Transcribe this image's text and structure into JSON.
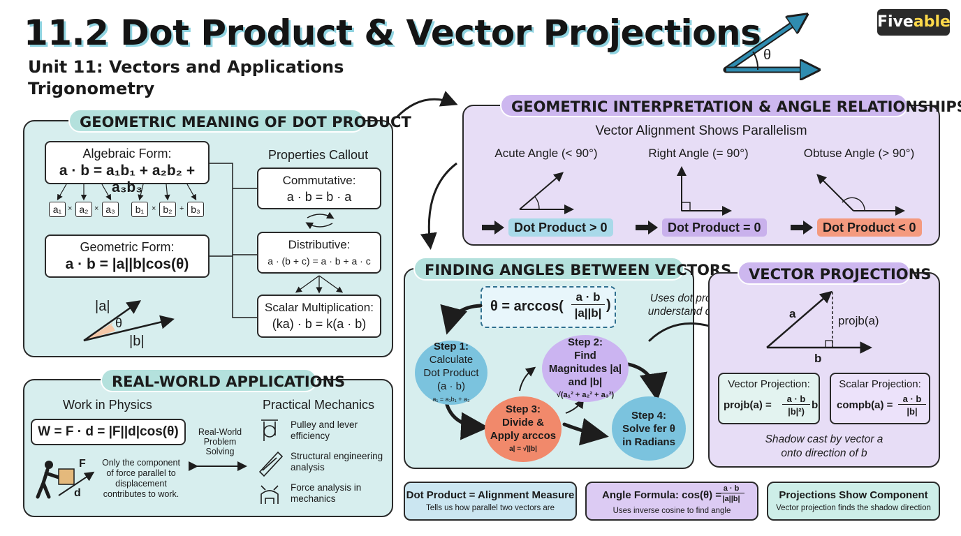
{
  "header": {
    "title": "11.2 Dot Product & Vector Projections",
    "unit": "Unit 11: Vectors and Applications",
    "course": "Trigonometry",
    "logo": {
      "main": "Five",
      "accent": "able"
    },
    "theta": "θ"
  },
  "geometric_meaning": {
    "heading": "GEOMETRIC MEANING OF DOT PRODUCT",
    "algebraic_label": "Algebraic Form:",
    "algebraic_formula": "a · b = a₁b₁ + a₂b₂ + a₃b₃",
    "components": [
      "a₁",
      "a₂",
      "a₃",
      "b₁",
      "b₂",
      "b₃"
    ],
    "component_ops": [
      "×",
      "×",
      "",
      "×",
      "+"
    ],
    "geometric_label": "Geometric Form:",
    "geometric_formula": "a · b = |a||b|cos(θ)",
    "vec_a": "|a|",
    "vec_b": "|b|",
    "theta": "θ",
    "properties_title": "Properties Callout",
    "properties": [
      {
        "name": "Commutative:",
        "formula": "a · b = b · a"
      },
      {
        "name": "Distributive:",
        "formula": "a · (b + c) = a · b + a · c"
      },
      {
        "name": "Scalar Multiplication:",
        "formula": "(ka) · b = k(a · b)"
      }
    ]
  },
  "applications": {
    "heading": "REAL-WORLD APPLICATIONS",
    "work_title": "Work in Physics",
    "work_formula": "W = F · d = |F||d|cos(θ)",
    "link_label": "Real-World Problem Solving",
    "force_label": "F",
    "disp_label": "d",
    "note": "Only the component of force parallel to displacement contributes to work.",
    "mech_title": "Practical Mechanics",
    "mech_items": [
      {
        "icon": "pulley-icon",
        "text": "Pulley and lever efficiency"
      },
      {
        "icon": "truss-icon",
        "text": "Structural engineering analysis"
      },
      {
        "icon": "force-icon",
        "text": "Force analysis in mechanics"
      }
    ]
  },
  "interpretation": {
    "heading": "GEOMETRIC INTERPRETATION & ANGLE RELATIONSHIPS",
    "subheading": "Vector Alignment Shows Parallelism",
    "cases": [
      {
        "label": "Acute Angle (< 90°)",
        "result": "Dot Product > 0",
        "color": "#a9d9e9"
      },
      {
        "label": "Right Angle (= 90°)",
        "result": "Dot Product = 0",
        "color": "#c9b1ec"
      },
      {
        "label": "Obtuse Angle (> 90°)",
        "result": "Dot Product < 0",
        "color": "#f49a7f"
      }
    ]
  },
  "angles": {
    "heading": "FINDING ANGLES BETWEEN VECTORS",
    "formula_prefix": "θ = arccos(",
    "formula_num": "a · b",
    "formula_den": "|a||b|",
    "formula_suffix": ")",
    "annotation": "Uses dot product to understand direction",
    "steps": [
      {
        "title": "Step 1:",
        "body": "Calculate Dot Product (a · b)",
        "sub": "a₁ = a₁b₁ + a₃"
      },
      {
        "title": "Step 2:",
        "body": "Find Magnitudes |a| and |b|",
        "sub": "√(a₁² + a₂² + a₃²)"
      },
      {
        "title": "Step 3:",
        "body": "Divide & Apply arccos",
        "sub": "a| = √||b|"
      },
      {
        "title": "Step 4:",
        "body": "Solve fer θ in Radians",
        "sub": ""
      }
    ]
  },
  "projections": {
    "heading": "VECTOR PROJECTIONS",
    "vec_a": "a",
    "vec_b": "b",
    "proj_label": "projb(a)",
    "vector_proj_title": "Vector Projection:",
    "vector_proj_lhs": "projb(a) =",
    "vector_proj_num": "a · b",
    "vector_proj_den": "|b|²)",
    "vector_proj_tail": "b",
    "scalar_proj_title": "Scalar Projection:",
    "scalar_proj_lhs": "compb(a) =",
    "scalar_proj_num": "a · b",
    "scalar_proj_den": "|b|",
    "caption": "Shadow cast by vector a onto direction of b"
  },
  "summary": [
    {
      "title": "Dot Product = Alignment Measure",
      "sub": "Tells us how parallel two vectors are",
      "color": "#cbe6f1"
    },
    {
      "title": "Angle Formula: cos(θ) =",
      "num": "a · b",
      "den": "|a||b|",
      "sub": "Uses inverse cosine to find angle",
      "color": "#dccbf3"
    },
    {
      "title": "Projections Show Component",
      "sub": "Vector projection finds the shadow direction",
      "color": "#cdeee8"
    }
  ]
}
